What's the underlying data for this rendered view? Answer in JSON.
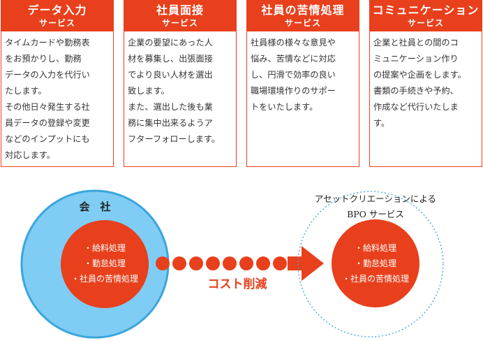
{
  "colors": {
    "accent": "#e8401c",
    "circle_blue": "#7fcdf4",
    "circle_blue_stroke": "#3aa5dc",
    "text": "#333333"
  },
  "cards": [
    {
      "title": "データ入力",
      "subtitle": "サービス",
      "body": "タイムカードや勤務表\nをお預かりし、勤務\nデータの入力を代行い\nたします。\nその他日々発生する社\n員データの登録や変更\nなどのインプットにも\n対応します。"
    },
    {
      "title": "社員面接",
      "subtitle": "サービス",
      "body": "企業の要望にあった人\n材を募集し、出張面接\nでより良い人材を選出\n致します。\nまた、選出した後も業\n務に集中出来るようア\nフターフォローします。"
    },
    {
      "title": "社員の苦情処理",
      "subtitle": "サービス",
      "body": "社員様の様々な意見や\n悩み、苦情などに対応\nし、円滑で効率の良い\n職場環境作りのサポー\nトをいたします。"
    },
    {
      "title": "コミュニケーション",
      "subtitle": "サービス",
      "body": "企業と社員との間のコ\nミュニケーション作り\nの提案や企画をします。\n書類の手続きや予約、\n作成など代行いたしま\nす。"
    }
  ],
  "company": {
    "label": "会　社",
    "items": [
      "・給料処理",
      "・勤怠処理",
      "・社員の苦情処理"
    ]
  },
  "arrow_label": "コスト削減",
  "bpo": {
    "caption_line1": "アセットクリエーションによる",
    "caption_line2": "BPO サービス",
    "items": [
      "・給料処理",
      "・勤怠処理",
      "・社員の苦情処理"
    ]
  }
}
